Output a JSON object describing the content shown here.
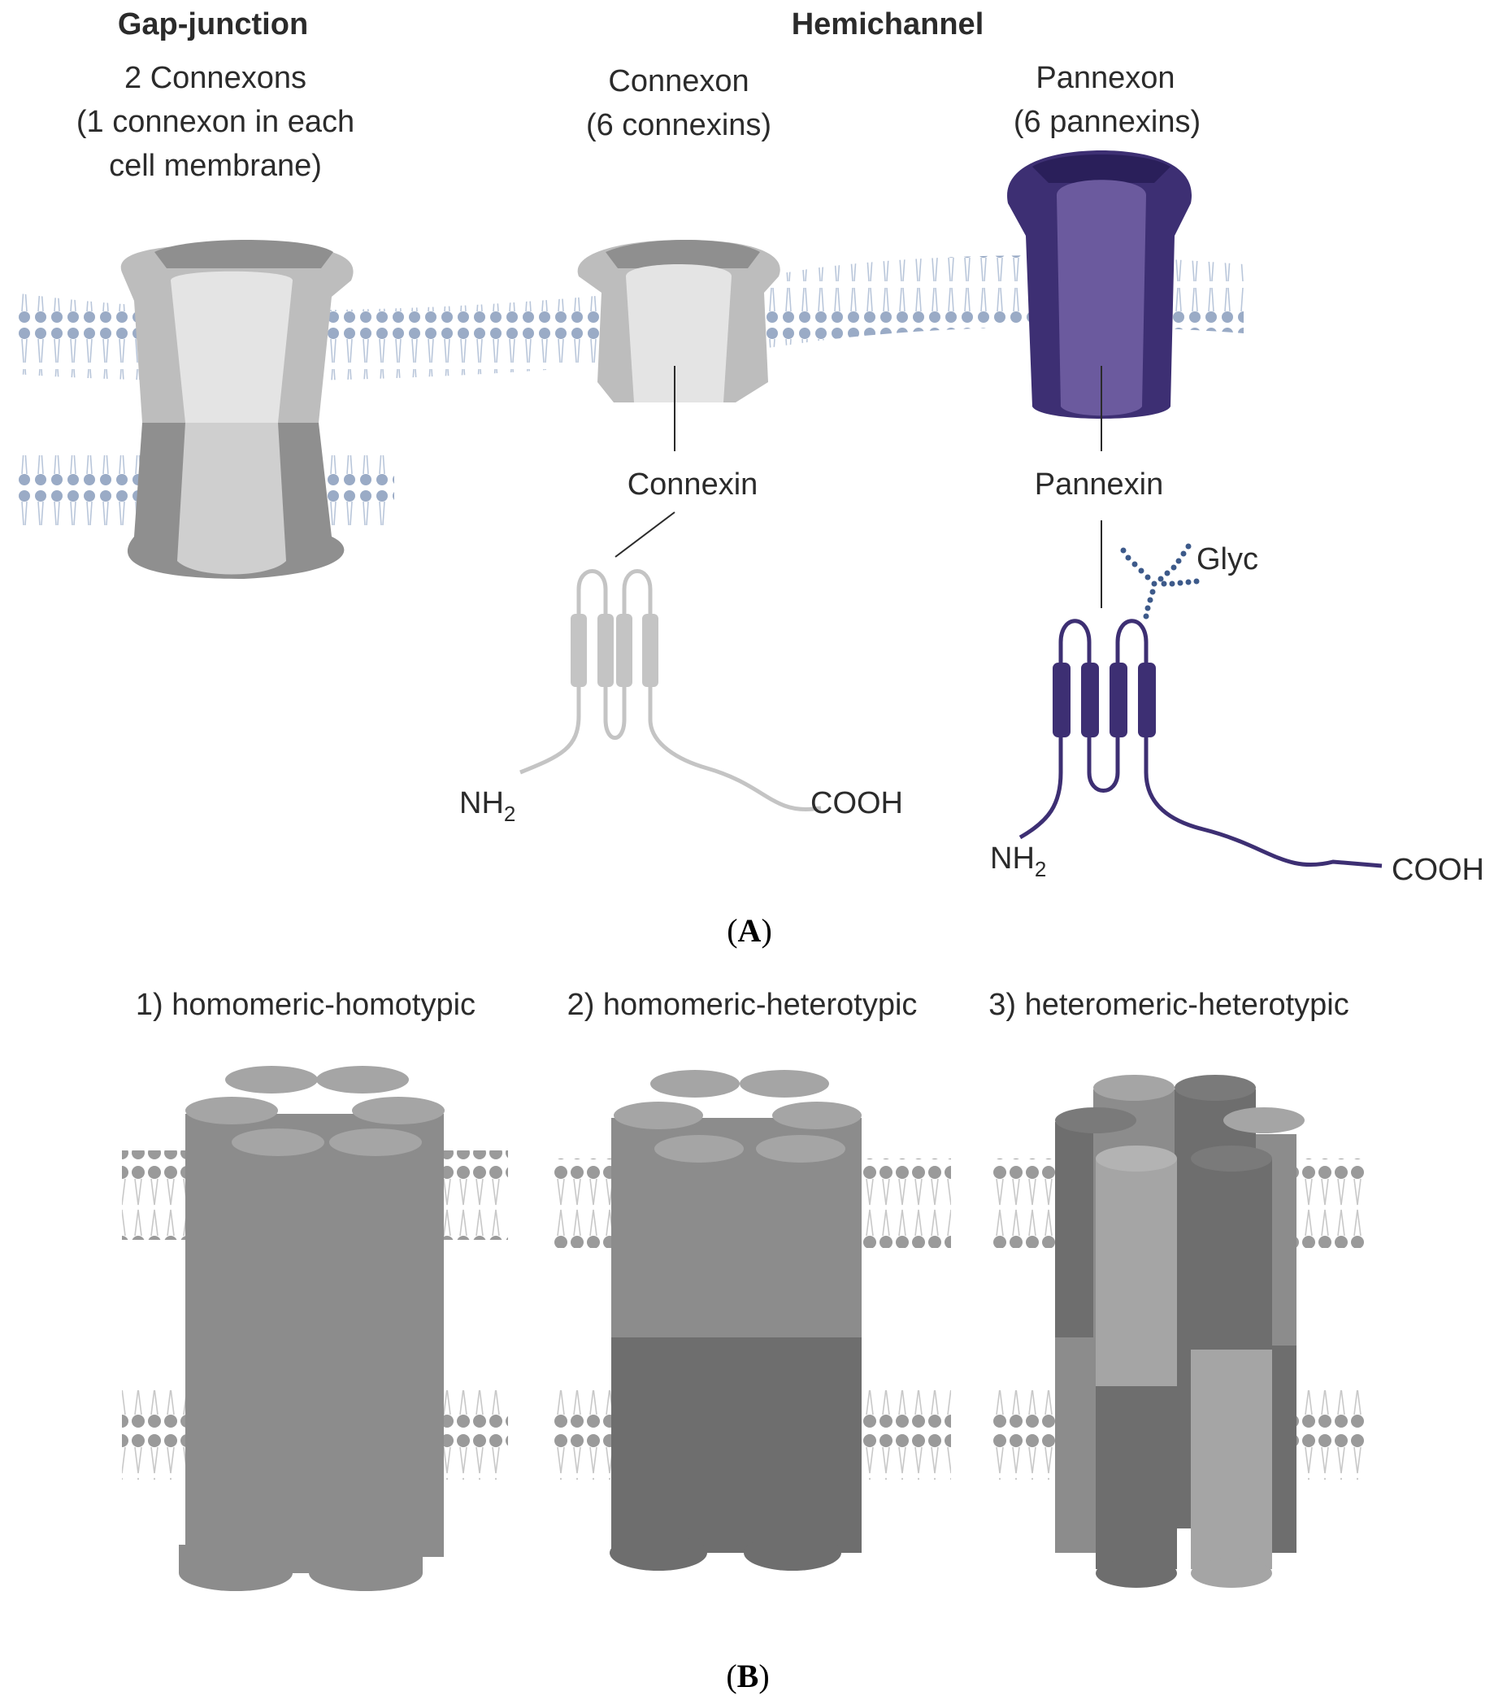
{
  "panel_a": {
    "caption_letter": "A",
    "gap_junction": {
      "title": "Gap-junction",
      "desc_lines": [
        "2 Connexons",
        "(1 connexon in each",
        "cell membrane)"
      ]
    },
    "hemichannel": {
      "title": "Hemichannel",
      "connexon": {
        "lines": [
          "Connexon",
          "(6 connexins)"
        ],
        "subunit_label": "Connexin",
        "n_term": "NH",
        "n_term_sub": "2",
        "c_term": "COOH"
      },
      "pannexon": {
        "lines": [
          "Pannexon",
          "(6 pannexins)"
        ],
        "subunit_label": "Pannexin",
        "glyc_label": "Glyc",
        "n_term": "NH",
        "n_term_sub": "2",
        "c_term": "COOH"
      }
    },
    "colors": {
      "connexin_light": "#e4e4e4",
      "connexin_mid": "#bdbdbd",
      "connexin_dark": "#8f8f8f",
      "pannexin_light": "#6b5a9e",
      "pannexin_dark": "#3d2f73",
      "membrane_dots": "#9aabc6"
    }
  },
  "panel_b": {
    "caption_letter": "B",
    "types": [
      {
        "label": "1) homomeric-homotypic"
      },
      {
        "label": "2) homomeric-heterotypic"
      },
      {
        "label": "3) heteromeric-heterotypic"
      }
    ],
    "colors": {
      "top_light": "#a5a5a5",
      "body": "#8c8c8c",
      "body_dark": "#6e6e6e"
    }
  }
}
